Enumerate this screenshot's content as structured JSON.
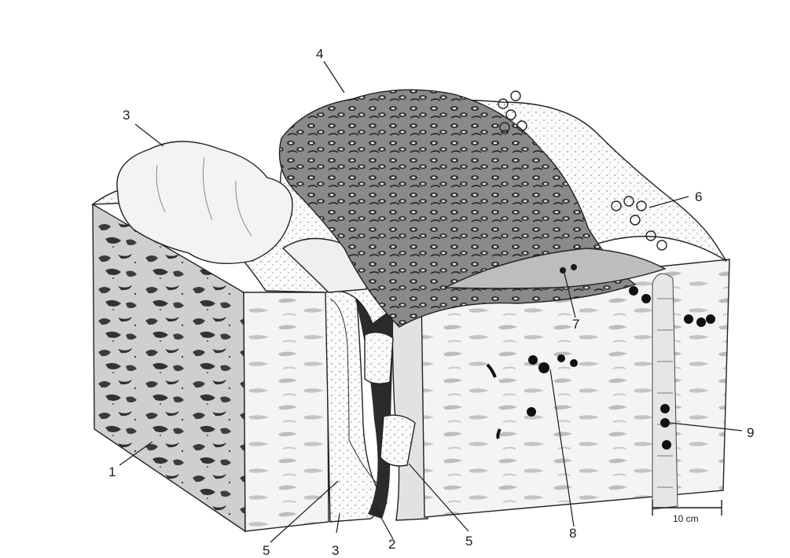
{
  "figure": {
    "scale_bar_label": "10 cm",
    "callouts": [
      {
        "id": "c1",
        "number": "1"
      },
      {
        "id": "c2",
        "number": "2"
      },
      {
        "id": "c3a",
        "number": "3"
      },
      {
        "id": "c3b",
        "number": "3"
      },
      {
        "id": "c4",
        "number": "4"
      },
      {
        "id": "c5a",
        "number": "5"
      },
      {
        "id": "c5b",
        "number": "5"
      },
      {
        "id": "c6",
        "number": "6"
      },
      {
        "id": "c7",
        "number": "7"
      },
      {
        "id": "c8",
        "number": "8"
      },
      {
        "id": "c9",
        "number": "9"
      }
    ]
  }
}
